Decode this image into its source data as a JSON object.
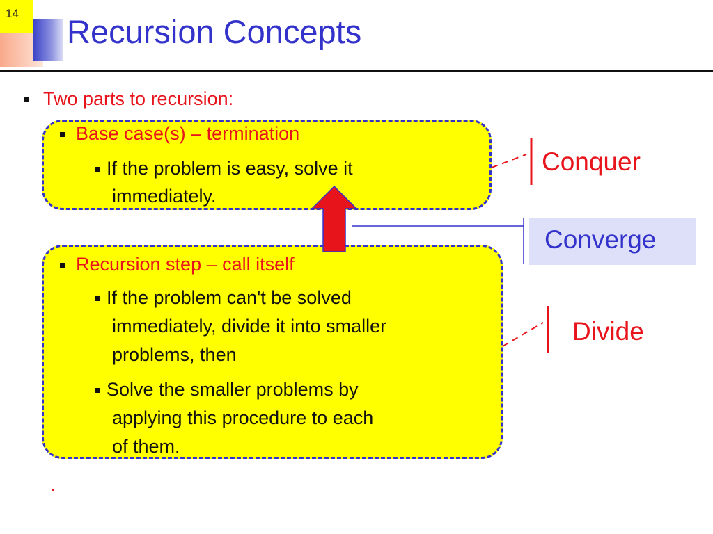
{
  "slide": {
    "number": "14",
    "title": "Recursion Concepts"
  },
  "bullets": {
    "intro": "Two parts to recursion:",
    "base_case": {
      "heading": "Base case(s) – termination",
      "lines": [
        "If the problem is easy, solve it",
        "immediately."
      ]
    },
    "recursion_step": {
      "heading": "Recursion step – call itself",
      "item1_lines": [
        "If the problem can't be solved",
        "immediately, divide it into smaller",
        "problems, then"
      ],
      "item2_lines": [
        "Solve the smaller problems by",
        "applying this procedure to each",
        "of them."
      ]
    },
    "trailing": "."
  },
  "side_labels": {
    "conquer": "Conquer",
    "converge": "Converge",
    "divide": "Divide"
  },
  "colors": {
    "title": "#3333cc",
    "red_text": "#e8141c",
    "box_fill": "#ffff00",
    "box_border": "#3333cc",
    "arrow": "#e8141c",
    "converge_bg": "#dde0f8"
  }
}
